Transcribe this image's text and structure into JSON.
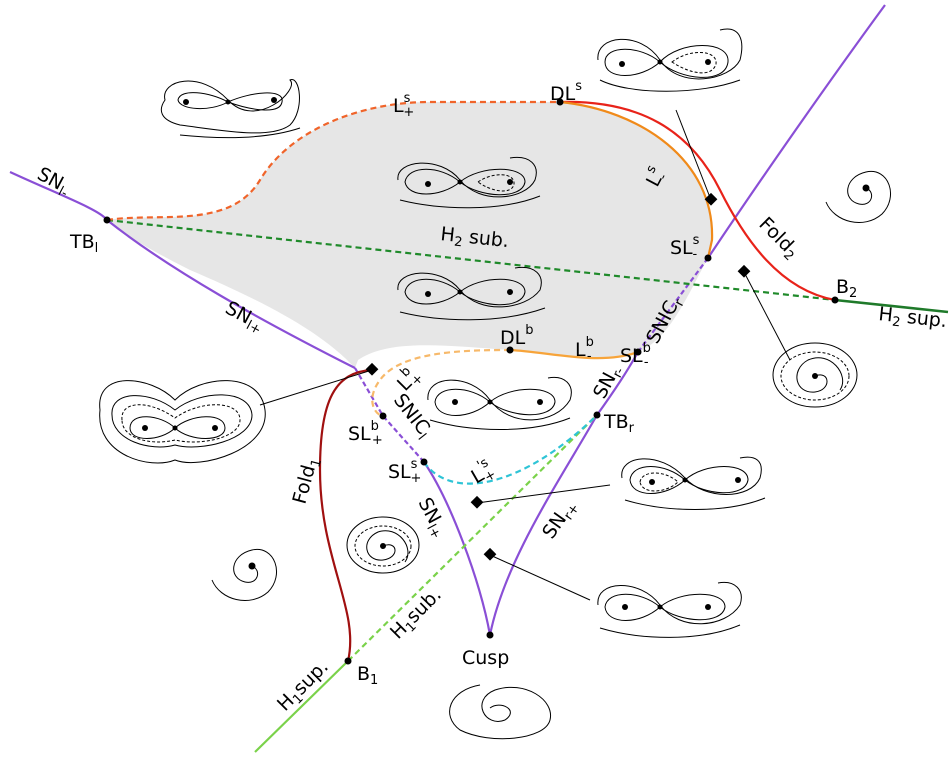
{
  "labels": {
    "sn_l_minus": {
      "base": "SN",
      "sub": "l-"
    },
    "sn_l_plus": {
      "base": "SN",
      "sub": "l+"
    },
    "sn_r_minus": {
      "base": "SN",
      "sub": "r-"
    },
    "sn_r_plus": {
      "base": "SN",
      "sub": "r+"
    },
    "sn_l_lower": {
      "base": "SN",
      "sub": "l+"
    },
    "tb_l": {
      "base": "TB",
      "sub": "l"
    },
    "tb_r": {
      "base": "TB",
      "sub": "r"
    },
    "h2_sub": {
      "base": "H",
      "sub": "2",
      "rest": " sub."
    },
    "h2_sup": {
      "base": "H",
      "sub": "2",
      "rest": " sup."
    },
    "h1_sub": {
      "base": "H",
      "sub": "1",
      "rest": "sub."
    },
    "h1_sup": {
      "base": "H",
      "sub": "1",
      "rest": "sup."
    },
    "b1": {
      "base": "B",
      "sub": "1"
    },
    "b2": {
      "base": "B",
      "sub": "2"
    },
    "fold1": {
      "base": "Fold",
      "sub": "1"
    },
    "fold2": {
      "base": "Fold",
      "sub": "2"
    },
    "l_plus_s": {
      "base": "L",
      "sup": "s",
      "sub": "+"
    },
    "l_minus_s": {
      "base": "L",
      "sup": "s",
      "sub": "-"
    },
    "l_plus_b": {
      "base": "L",
      "sup": "b",
      "sub": "+"
    },
    "l_minus_b": {
      "base": "L",
      "sup": "b",
      "sub": "-"
    },
    "l_prime_plus_s": {
      "base": "L",
      "sup": "'s",
      "sub": "+"
    },
    "dl_s": {
      "base": "DL",
      "sup": "s"
    },
    "dl_b": {
      "base": "DL",
      "sup": "b"
    },
    "sl_minus_s": {
      "base": "SL",
      "sup": "s",
      "sub": "-"
    },
    "sl_minus_b": {
      "base": "SL",
      "sup": "b",
      "sub": "-"
    },
    "sl_plus_b": {
      "base": "SL",
      "sup": "b",
      "sub": "+"
    },
    "sl_plus_s": {
      "base": "SL",
      "sup": "s",
      "sub": "+"
    },
    "snic_r": {
      "base": "SNIC",
      "sub": "r"
    },
    "snic_l": {
      "base": "SNIC",
      "sub": "l"
    },
    "cusp": {
      "text": "Cusp"
    }
  },
  "colors": {
    "sn_curve": "#8a4fd6",
    "h2_sub": "#1f8a2a",
    "h2_sup": "#1f7a2a",
    "h1": "#7ad24a",
    "fold1": "#a01010",
    "fold2": "#e8231a",
    "l_plus_s": "#f0642a",
    "l_minus_s": "#f08a1a",
    "l_b": "#f7a43a",
    "l_b_dashed": "#f7b96a",
    "l_prime_s": "#2fc4d6",
    "region_fill": "#e6e6e6"
  }
}
